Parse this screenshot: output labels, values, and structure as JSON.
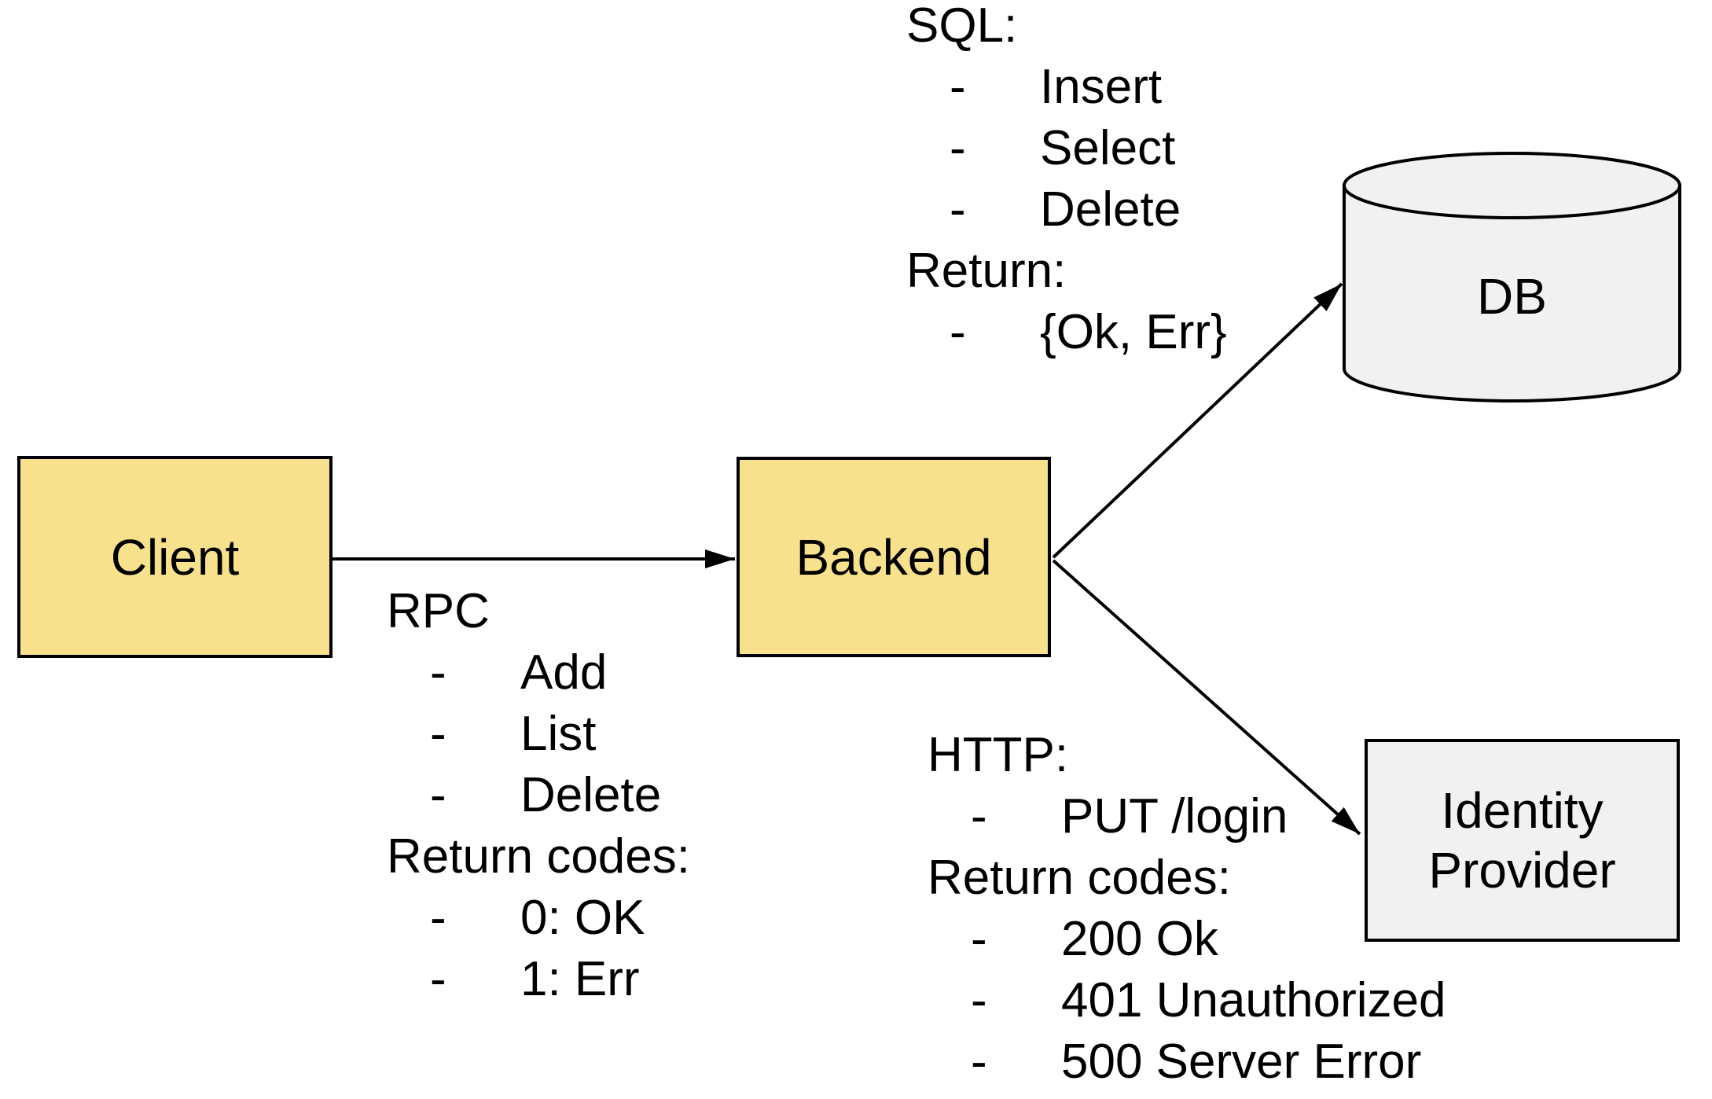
{
  "diagram": {
    "bullet_glyph": "-",
    "colors": {
      "node_fill_yellow": "#f8e18c",
      "node_fill_gray": "#f1f1f1",
      "stroke": "#000000",
      "background": "#ffffff"
    },
    "nodes": {
      "client": {
        "label": "Client",
        "shape": "rectangle"
      },
      "backend": {
        "label": "Backend",
        "shape": "rectangle"
      },
      "db": {
        "label": "DB",
        "shape": "cylinder"
      },
      "identity_provider": {
        "label": "Identity Provider",
        "shape": "rectangle"
      }
    },
    "edges": [
      {
        "from": "Client",
        "to": "Backend"
      },
      {
        "from": "Backend",
        "to": "DB"
      },
      {
        "from": "Backend",
        "to": "Identity Provider"
      }
    ],
    "annotations": {
      "sql": {
        "lines": [
          {
            "text": "SQL:",
            "bullet": false
          },
          {
            "text": "Insert",
            "bullet": true
          },
          {
            "text": "Select",
            "bullet": true
          },
          {
            "text": "Delete",
            "bullet": true
          },
          {
            "text": "Return:",
            "bullet": false
          },
          {
            "text": "{Ok, Err}",
            "bullet": true
          }
        ]
      },
      "rpc": {
        "lines": [
          {
            "text": "RPC",
            "bullet": false
          },
          {
            "text": "Add",
            "bullet": true
          },
          {
            "text": "List",
            "bullet": true
          },
          {
            "text": "Delete",
            "bullet": true
          },
          {
            "text": "Return codes:",
            "bullet": false
          },
          {
            "text": "0: OK",
            "bullet": true
          },
          {
            "text": "1: Err",
            "bullet": true
          }
        ]
      },
      "http": {
        "lines": [
          {
            "text": "HTTP:",
            "bullet": false
          },
          {
            "text": "PUT /login",
            "bullet": true
          },
          {
            "text": "Return codes:",
            "bullet": false
          },
          {
            "text": "200 Ok",
            "bullet": true
          },
          {
            "text": "401 Unauthorized",
            "bullet": true
          },
          {
            "text": "500 Server Error",
            "bullet": true
          }
        ]
      }
    }
  }
}
